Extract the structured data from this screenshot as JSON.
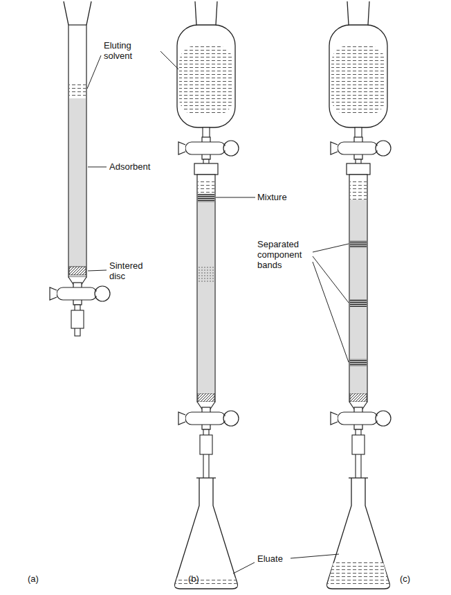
{
  "diagram": {
    "labels": [
      "Eluting solvent",
      "Adsorbent",
      "Sintered disc",
      "Mixture",
      "Separated component bands",
      "Eluate",
      "(a)",
      "(b)",
      "(c)"
    ]
  }
}
